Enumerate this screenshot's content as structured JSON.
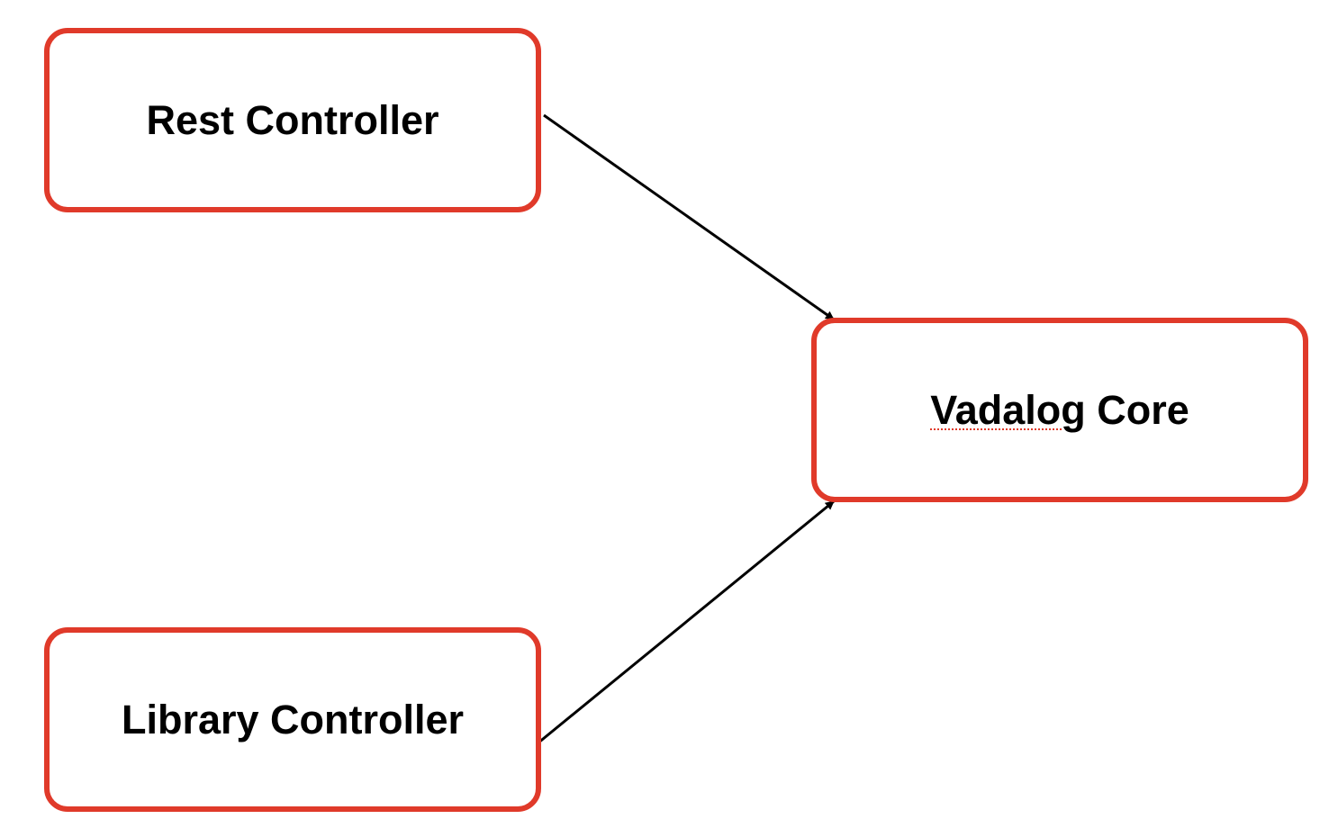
{
  "colors": {
    "node_border": "#e03a2a",
    "edge": "#000000",
    "text": "#000000"
  },
  "nodes": {
    "rest": {
      "label": "Rest Controller"
    },
    "library": {
      "label": "Library Controller"
    },
    "core": {
      "label_word1": "Vadalog",
      "label_word2": "Core"
    }
  },
  "edges": [
    {
      "from": "rest",
      "to": "core"
    },
    {
      "from": "library",
      "to": "core"
    }
  ]
}
